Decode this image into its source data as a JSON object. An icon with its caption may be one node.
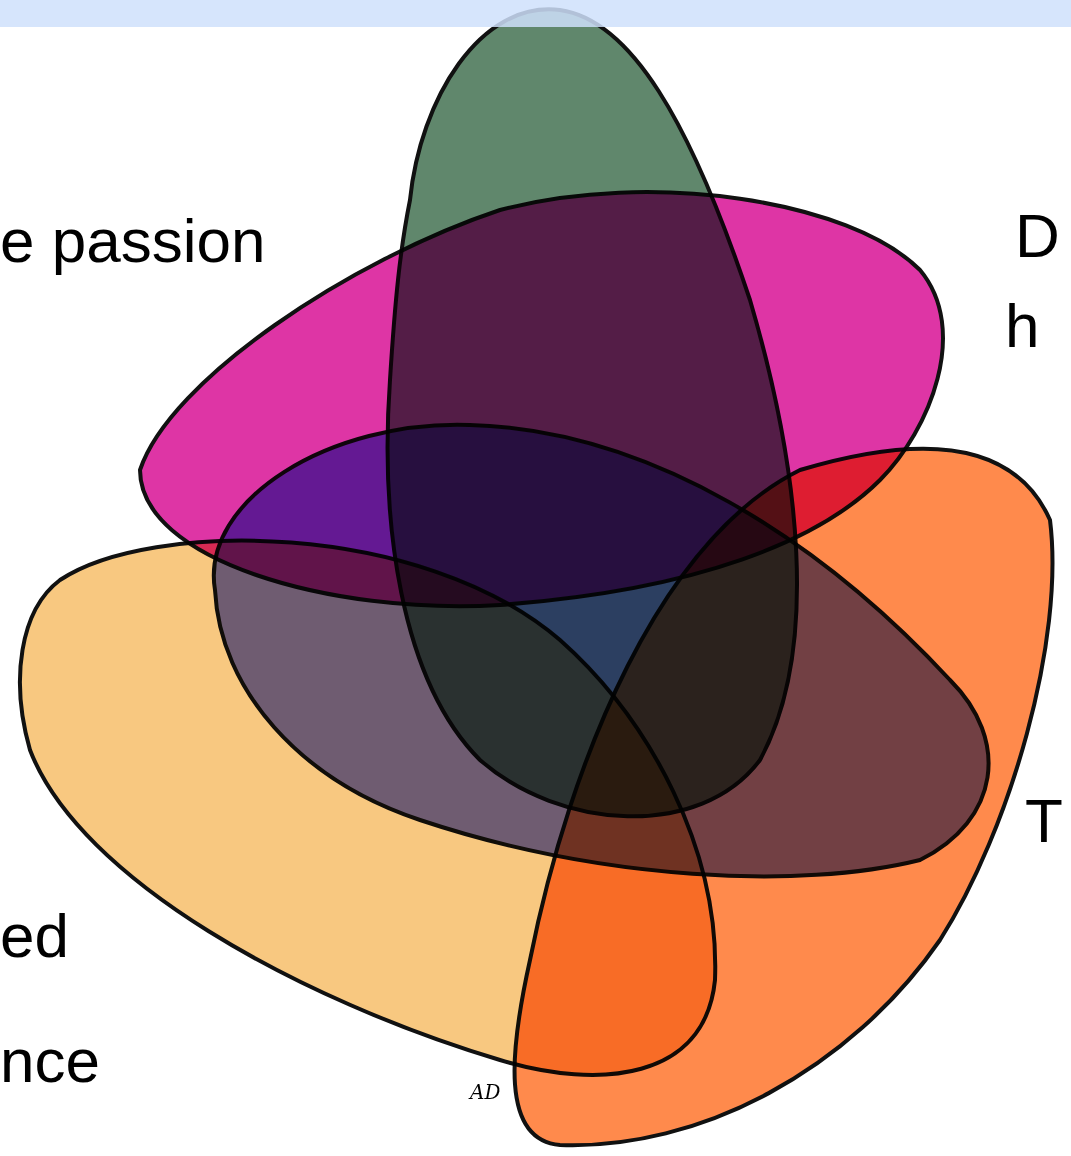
{
  "diagram": {
    "labels": [
      "e passion",
      "D",
      "h",
      "T",
      "ed",
      "nce",
      "AD"
    ]
  }
}
